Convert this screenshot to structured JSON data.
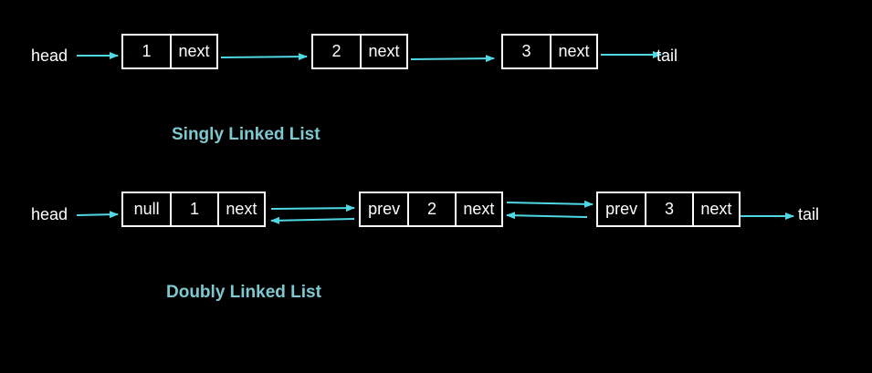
{
  "accent_color": "#4fd8e4",
  "caption_color": "#7fc8cf",
  "singly": {
    "caption": "Singly Linked List",
    "head_label": "head",
    "tail_label": "tail",
    "nodes": [
      {
        "value": "1",
        "next": "next"
      },
      {
        "value": "2",
        "next": "next"
      },
      {
        "value": "3",
        "next": "next"
      }
    ]
  },
  "doubly": {
    "caption": "Doubly Linked List",
    "head_label": "head",
    "tail_label": "tail",
    "nodes": [
      {
        "prev": "null",
        "value": "1",
        "next": "next"
      },
      {
        "prev": "prev",
        "value": "2",
        "next": "next"
      },
      {
        "prev": "prev",
        "value": "3",
        "next": "next"
      }
    ]
  }
}
